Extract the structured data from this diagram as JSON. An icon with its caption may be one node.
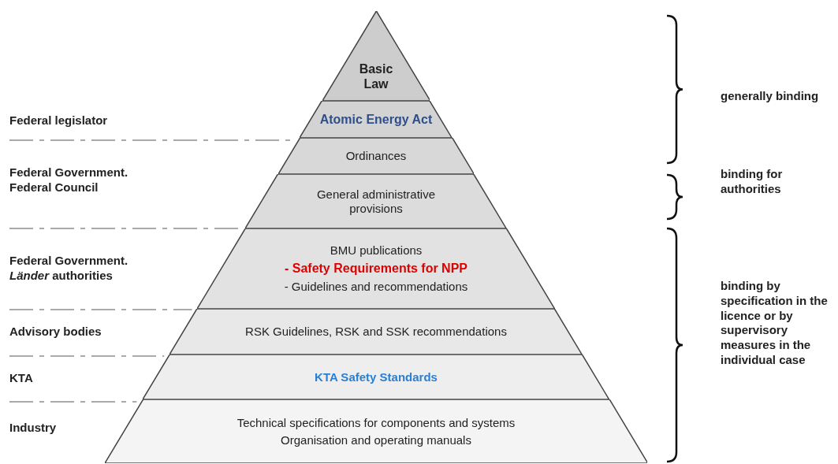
{
  "diagram": {
    "nodes": [
      {
        "text": [
          "Basic Law"
        ]
      },
      {
        "text": [
          "Atomic Energy Act"
        ]
      },
      {
        "text": [
          "Ordinances"
        ]
      },
      {
        "text": [
          "General administrative provisions"
        ]
      },
      {
        "text": [
          "BMU publications",
          "- Safety Requirements for NPP",
          "- Guidelines and recommendations"
        ]
      },
      {
        "text": [
          "RSK Guidelines, RSK and SSK recommendations"
        ]
      },
      {
        "text": [
          "KTA Safety Standards"
        ]
      },
      {
        "text": [
          "Technical specifications for components and systems",
          "Organisation and operating manuals"
        ]
      }
    ],
    "edges": [],
    "labels": [
      "Federal legislator",
      "generally binding",
      "Federal Government. Federal Council",
      "binding for authorities",
      "Federal Government. *Länder* authorities",
      "binding by specification in the licence or by supervisory measures in the individual case",
      "Advisory bodies",
      "KTA",
      "Industry"
    ]
  }
}
